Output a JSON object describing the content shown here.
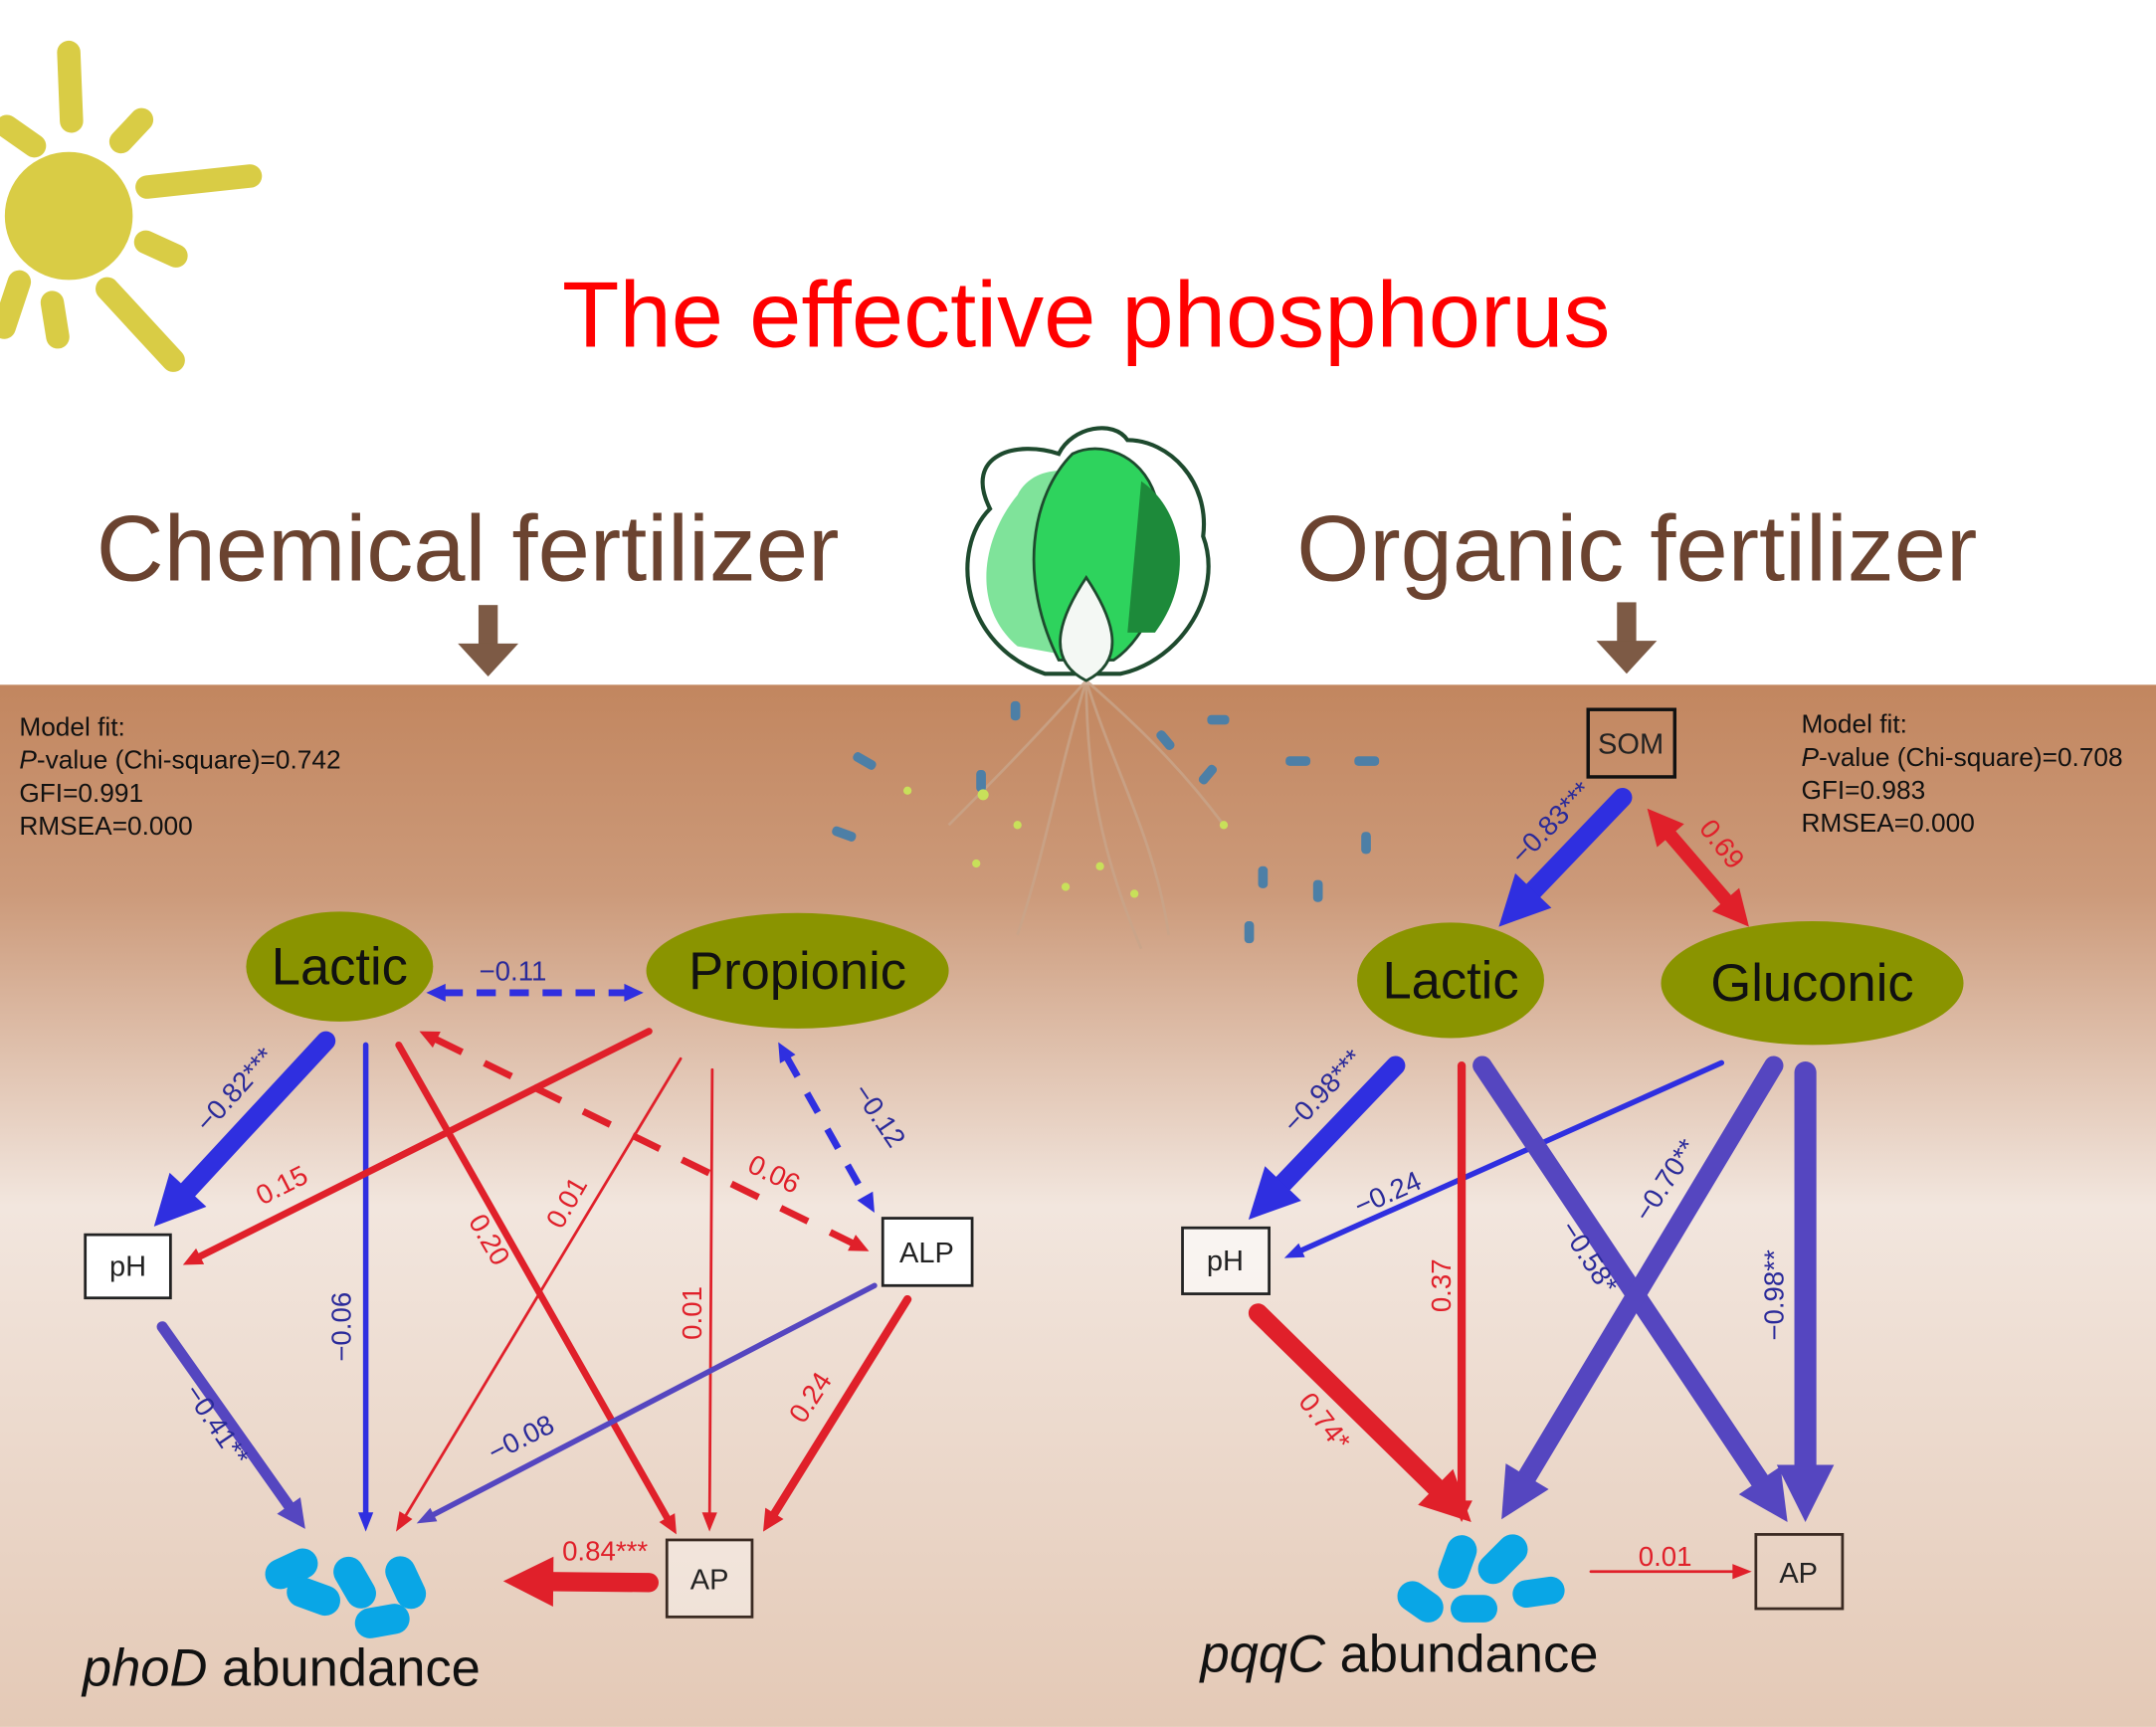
{
  "title": "The effective phosphorus",
  "left": {
    "heading": "Chemical fertilizer",
    "model_fit": {
      "label": "Model fit:",
      "p_italic": "P",
      "p_value": "-value (Chi-square)=0.742",
      "gfi": "GFI=0.991",
      "rmsea": "RMSEA=0.000"
    },
    "nodes": {
      "lactic": "Lactic",
      "propionic": "Propionic",
      "ph": "pH",
      "alp": "ALP",
      "ap": "AP"
    },
    "gene_italic": "phoD",
    "gene_suffix": " abundance",
    "coefficients": {
      "lactic_propionic": "−0.11",
      "lactic_ph": "−0.82***",
      "lactic_gene": "−0.06",
      "lactic_ap": "0.20",
      "propionic_ph": "0.15",
      "propionic_gene": "0.01",
      "propionic_ap": "0.01",
      "propionic_alp": "−0.12",
      "lactic_alp": "0.06",
      "ph_gene": "−0.41**",
      "alp_gene": "−0.08",
      "alp_ap": "0.24",
      "ap_gene": "0.84***"
    }
  },
  "right": {
    "heading": "Organic fertilizer",
    "model_fit": {
      "label": "Model fit:",
      "p_italic": "P",
      "p_value": "-value (Chi-square)=0.708",
      "gfi": "GFI=0.983",
      "rmsea": "RMSEA=0.000"
    },
    "nodes": {
      "som": "SOM",
      "lactic": "Lactic",
      "gluconic": "Gluconic",
      "ph": "pH",
      "ap": "AP"
    },
    "gene_italic": "pqqC",
    "gene_suffix": " abundance",
    "coefficients": {
      "som_lactic": "−0.83***",
      "som_gluconic": "0.69",
      "lactic_ph": "−0.98***",
      "gluconic_ph": "−0.24",
      "lactic_gene": "0.37",
      "lactic_ap": "−0.58*",
      "gluconic_gene": "−0.70**",
      "gluconic_ap": "−0.98**",
      "ph_gene": "0.74*",
      "gene_ap": "0.01"
    }
  },
  "colors": {
    "negative": "#2f2fe0",
    "negative_purple": "#5546c0",
    "positive": "#e0202a",
    "node_fill": "#8a9400",
    "title": "#ff0000",
    "heading": "#6b4330"
  }
}
